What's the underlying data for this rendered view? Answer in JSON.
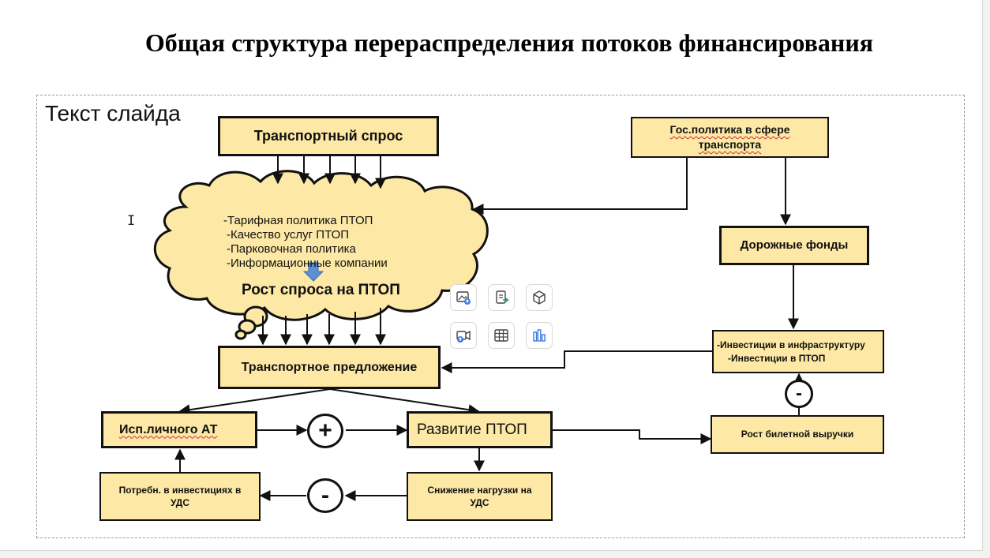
{
  "slide": {
    "title": "Общая структура перераспределения потоков финансирования",
    "placeholder_label": "Текст слайда"
  },
  "diagram": {
    "transport_demand": "Транспортный спрос",
    "gov_policy": "Гос.политика в сфере транспорта",
    "cloud_items": [
      "-Тарифная политика ПТОП",
      "-Качество услуг ПТОП",
      "-Парковочная политика",
      "-Информационные компании"
    ],
    "cloud_result": "Рост спроса на ПТОП",
    "road_funds": "Дорожные фонды",
    "transport_supply": "Транспортное предложение",
    "investments": {
      "line1": "-Инвестиции в инфраструктуру",
      "line2": "-Инвестиции в ПТОП"
    },
    "private_car_use": "Исп.личного АТ",
    "pt_development": "Развитие ПТОП",
    "ticket_revenue": "Рост билетной выручки",
    "road_investment_need": "Потребн. в инвестициях в УДС",
    "road_load_reduction": "Снижение нагрузки на УДС",
    "signs": {
      "plus": "+",
      "minus": "-"
    }
  },
  "toolbar": {
    "icons": [
      "insert-picture-icon",
      "insert-slide-icon",
      "insert-3d-model-icon",
      "insert-video-icon",
      "insert-table-icon",
      "insert-chart-icon"
    ]
  },
  "colors": {
    "box_fill": "#fde8a6",
    "cloud_fill": "#fde8a6",
    "arrow_blue": "#5b8fd6",
    "wavy_underline": "#d03030"
  }
}
